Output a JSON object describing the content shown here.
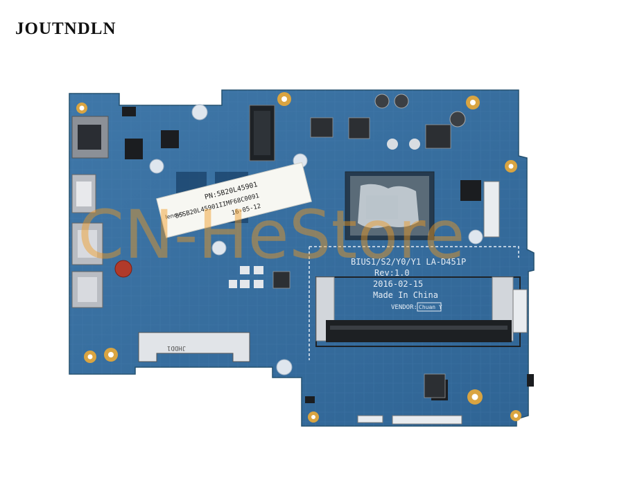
{
  "brand": {
    "name": "JOUTNDLN"
  },
  "board": {
    "model_line": "BIUS1/S2/Y0/Y1 LA-D451P",
    "revision": "Rev:1.0",
    "date": "2016-02-15",
    "origin": "Made In China",
    "vendor_label": "VENDOR:",
    "vendor_value": "Chuan Y",
    "sticker_line1": "PN:5B20L45901",
    "sticker_line2": "8SSB20L45901IIMF68C0091",
    "sticker_line3": "16-05-12",
    "sticker_brand": "lenovo",
    "hdd_connector_mark": "JHDD1",
    "watermark": "CN-HeStore",
    "colors": {
      "pcb": "#3a6e9e",
      "pcb_dark": "#2b5a85",
      "watermark": "#f29a1f",
      "gold": "#d9a441"
    }
  }
}
